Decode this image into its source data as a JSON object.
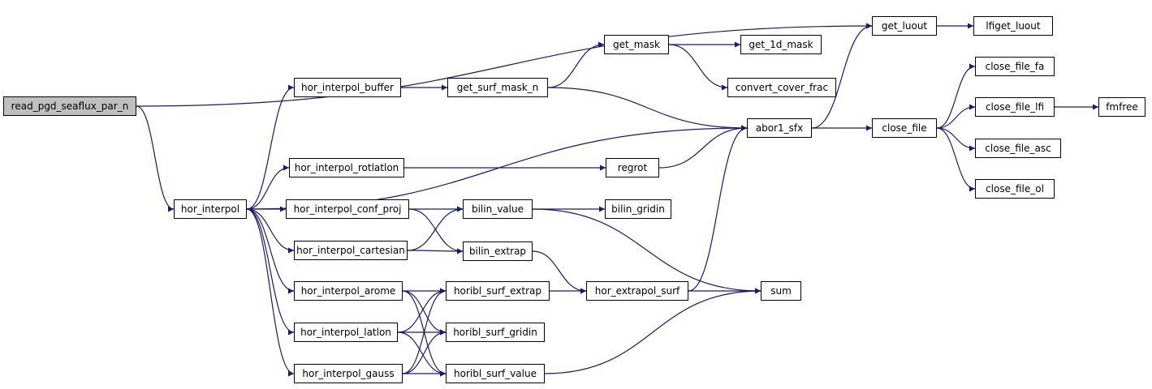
{
  "colors": {
    "edge": "#191970",
    "root_fill": "#bfbfbf",
    "node_fill": "#ffffff",
    "border": "#000000"
  },
  "nodes": [
    {
      "id": "read_pgd_seaflux_par_n",
      "label": "read_pgd_seaflux_par_n",
      "root": true
    },
    {
      "id": "get_luout",
      "label": "get_luout"
    },
    {
      "id": "lfiget_luout",
      "label": "lfiget_luout"
    },
    {
      "id": "hor_interpol",
      "label": "hor_interpol"
    },
    {
      "id": "abor1_sfx",
      "label": "abor1_sfx"
    },
    {
      "id": "close_file",
      "label": "close_file"
    },
    {
      "id": "close_file_fa",
      "label": "close_file_fa"
    },
    {
      "id": "close_file_lfi",
      "label": "close_file_lfi"
    },
    {
      "id": "fmfree",
      "label": "fmfree"
    },
    {
      "id": "close_file_asc",
      "label": "close_file_asc"
    },
    {
      "id": "close_file_ol",
      "label": "close_file_ol"
    },
    {
      "id": "bilin_extrap",
      "label": "bilin_extrap"
    },
    {
      "id": "hor_extrapol_surf",
      "label": "hor_extrapol_surf"
    },
    {
      "id": "sum",
      "label": "sum"
    },
    {
      "id": "bilin_value",
      "label": "bilin_value"
    },
    {
      "id": "bilin_gridin",
      "label": "bilin_gridin"
    },
    {
      "id": "hor_interpol_arome",
      "label": "hor_interpol_arome"
    },
    {
      "id": "horibl_surf_extrap",
      "label": "horibl_surf_extrap"
    },
    {
      "id": "horibl_surf_gridin",
      "label": "horibl_surf_gridin"
    },
    {
      "id": "horibl_surf_value",
      "label": "horibl_surf_value"
    },
    {
      "id": "hor_interpol_buffer",
      "label": "hor_interpol_buffer"
    },
    {
      "id": "get_surf_mask_n",
      "label": "get_surf_mask_n"
    },
    {
      "id": "get_mask",
      "label": "get_mask"
    },
    {
      "id": "get_1d_mask",
      "label": "get_1d_mask"
    },
    {
      "id": "convert_cover_frac",
      "label": "convert_cover_frac"
    },
    {
      "id": "hor_interpol_cartesian",
      "label": "hor_interpol_cartesian"
    },
    {
      "id": "hor_interpol_conf_proj",
      "label": "hor_interpol_conf_proj"
    },
    {
      "id": "hor_interpol_gauss",
      "label": "hor_interpol_gauss"
    },
    {
      "id": "hor_interpol_latlon",
      "label": "hor_interpol_latlon"
    },
    {
      "id": "hor_interpol_rotlatlon",
      "label": "hor_interpol_rotlatlon"
    },
    {
      "id": "regrot",
      "label": "regrot"
    }
  ],
  "edges": [
    [
      "read_pgd_seaflux_par_n",
      "get_luout"
    ],
    [
      "read_pgd_seaflux_par_n",
      "hor_interpol"
    ],
    [
      "get_luout",
      "lfiget_luout"
    ],
    [
      "hor_interpol",
      "abor1_sfx"
    ],
    [
      "hor_interpol",
      "hor_interpol_buffer"
    ],
    [
      "hor_interpol",
      "hor_interpol_rotlatlon"
    ],
    [
      "hor_interpol",
      "hor_interpol_conf_proj"
    ],
    [
      "hor_interpol",
      "hor_interpol_cartesian"
    ],
    [
      "hor_interpol",
      "hor_interpol_arome"
    ],
    [
      "hor_interpol",
      "hor_interpol_latlon"
    ],
    [
      "hor_interpol",
      "hor_interpol_gauss"
    ],
    [
      "abor1_sfx",
      "get_luout"
    ],
    [
      "abor1_sfx",
      "close_file"
    ],
    [
      "close_file",
      "close_file_fa"
    ],
    [
      "close_file",
      "close_file_lfi"
    ],
    [
      "close_file",
      "close_file_asc"
    ],
    [
      "close_file",
      "close_file_ol"
    ],
    [
      "close_file_lfi",
      "fmfree"
    ],
    [
      "hor_interpol_buffer",
      "get_surf_mask_n"
    ],
    [
      "get_surf_mask_n",
      "get_mask"
    ],
    [
      "get_surf_mask_n",
      "abor1_sfx"
    ],
    [
      "get_mask",
      "get_1d_mask"
    ],
    [
      "get_mask",
      "convert_cover_frac"
    ],
    [
      "hor_interpol_rotlatlon",
      "regrot"
    ],
    [
      "regrot",
      "abor1_sfx"
    ],
    [
      "hor_interpol_conf_proj",
      "bilin_value"
    ],
    [
      "hor_interpol_conf_proj",
      "bilin_extrap"
    ],
    [
      "hor_interpol_cartesian",
      "bilin_value"
    ],
    [
      "hor_interpol_cartesian",
      "bilin_extrap"
    ],
    [
      "bilin_value",
      "bilin_gridin"
    ],
    [
      "bilin_value",
      "sum"
    ],
    [
      "bilin_extrap",
      "hor_extrapol_surf"
    ],
    [
      "hor_extrapol_surf",
      "abor1_sfx"
    ],
    [
      "hor_extrapol_surf",
      "sum"
    ],
    [
      "hor_interpol_arome",
      "horibl_surf_extrap"
    ],
    [
      "hor_interpol_arome",
      "horibl_surf_gridin"
    ],
    [
      "hor_interpol_arome",
      "horibl_surf_value"
    ],
    [
      "hor_interpol_latlon",
      "horibl_surf_extrap"
    ],
    [
      "hor_interpol_latlon",
      "horibl_surf_gridin"
    ],
    [
      "hor_interpol_latlon",
      "horibl_surf_value"
    ],
    [
      "hor_interpol_gauss",
      "horibl_surf_extrap"
    ],
    [
      "hor_interpol_gauss",
      "horibl_surf_gridin"
    ],
    [
      "hor_interpol_gauss",
      "horibl_surf_value"
    ],
    [
      "horibl_surf_extrap",
      "hor_extrapol_surf"
    ],
    [
      "horibl_surf_value",
      "sum"
    ]
  ]
}
